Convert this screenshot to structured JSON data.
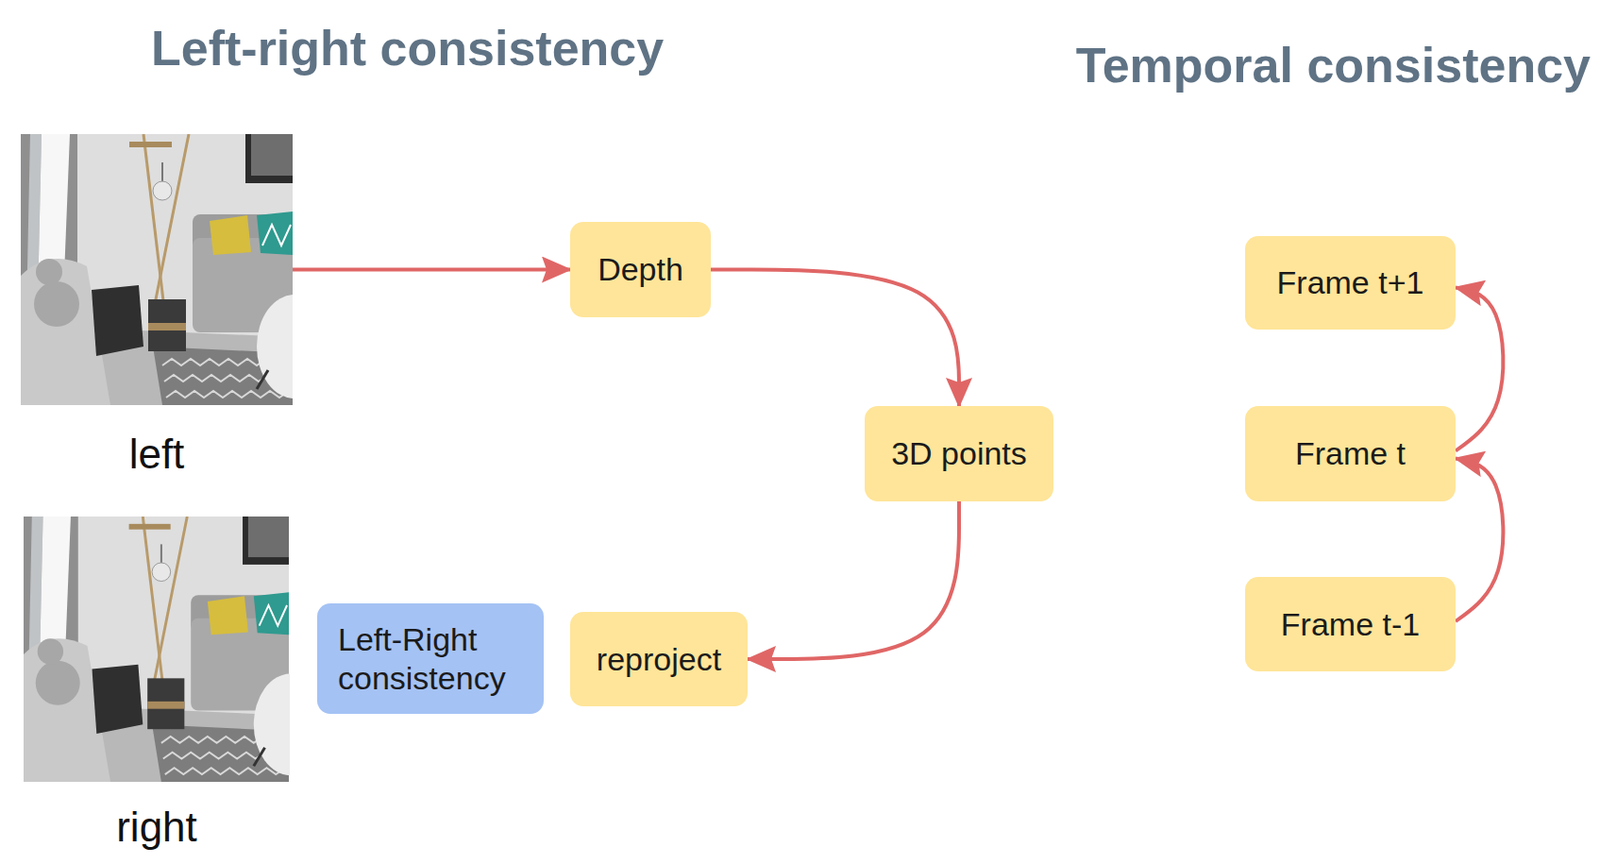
{
  "diagram": {
    "nodes": [
      {
        "text": [
          "left"
        ]
      },
      {
        "text": [
          "Depth"
        ]
      },
      {
        "text": [
          "3D points"
        ]
      },
      {
        "text": [
          "right"
        ]
      },
      {
        "text": [
          "Left-Right consistency"
        ]
      },
      {
        "text": [
          "reproject"
        ]
      },
      {
        "text": [
          "Frame t+1"
        ]
      },
      {
        "text": [
          "Frame t"
        ]
      },
      {
        "text": [
          "Frame t-1"
        ]
      }
    ],
    "edges": [
      {
        "from": 0,
        "to": 1,
        "arrow": "to"
      },
      {
        "from": 1,
        "to": 2,
        "arrow": "to"
      },
      {
        "from": 2,
        "to": 5,
        "arrow": "to"
      },
      {
        "from": 7,
        "to": 6,
        "arrow": "to"
      },
      {
        "from": 8,
        "to": 7,
        "arrow": "to"
      }
    ],
    "labels": [
      "Left-right consistency",
      "Temporal consistency"
    ]
  }
}
